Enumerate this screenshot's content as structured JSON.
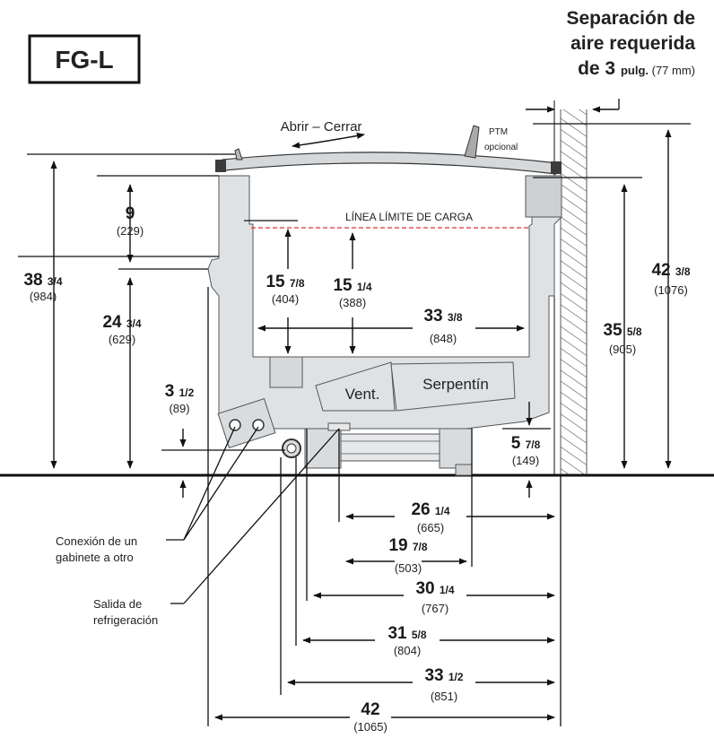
{
  "model": "FG-L",
  "air_gap": {
    "line1": "Separación de",
    "line2": "aire requerida",
    "line3_main": "de 3 ",
    "line3_unit": "pulg.",
    "line3_mm": " (77 mm)"
  },
  "labels": {
    "lid": "Abrir – Cerrar",
    "ptm_1": "PTM",
    "ptm_2": "opcional",
    "load_line": "LÍNEA LÍMITE DE CARGA",
    "fan": "Vent.",
    "coil": "Serpentín",
    "connection_1": "Conexión de un",
    "connection_2": "gabinete a otro",
    "outlet_1": "Salida de",
    "outlet_2": "refrigeración"
  },
  "dims": {
    "d9": {
      "whole": "9",
      "frac": "",
      "mm": "(229)"
    },
    "d38": {
      "whole": "38 ",
      "frac": "3/4",
      "mm": "(984)"
    },
    "d24": {
      "whole": "24 ",
      "frac": "3/4",
      "mm": "(629)"
    },
    "d3": {
      "whole": "3 ",
      "frac": "1/2",
      "mm": "(89)"
    },
    "d15a": {
      "whole": "15 ",
      "frac": "7/8",
      "mm": "(404)"
    },
    "d15b": {
      "whole": "15 ",
      "frac": "1/4",
      "mm": "(388)"
    },
    "d33a": {
      "whole": "33 ",
      "frac": "3/8",
      "mm": "(848)"
    },
    "d42a": {
      "whole": "42 ",
      "frac": "3/8",
      "mm": "(1076)"
    },
    "d35": {
      "whole": "35 ",
      "frac": "5/8",
      "mm": "(905)"
    },
    "d5": {
      "whole": "5 ",
      "frac": "7/8",
      "mm": "(149)"
    },
    "d26": {
      "whole": "26 ",
      "frac": "1/4",
      "mm": "(665)"
    },
    "d19": {
      "whole": "19 ",
      "frac": "7/8",
      "mm": "(503)"
    },
    "d30": {
      "whole": "30 ",
      "frac": "1/4",
      "mm": "(767)"
    },
    "d31": {
      "whole": "31 ",
      "frac": "5/8",
      "mm": "(804)"
    },
    "d33b": {
      "whole": "33 ",
      "frac": "1/2",
      "mm": "(851)"
    },
    "d42b": {
      "whole": "42",
      "frac": "",
      "mm": "(1065)"
    }
  }
}
